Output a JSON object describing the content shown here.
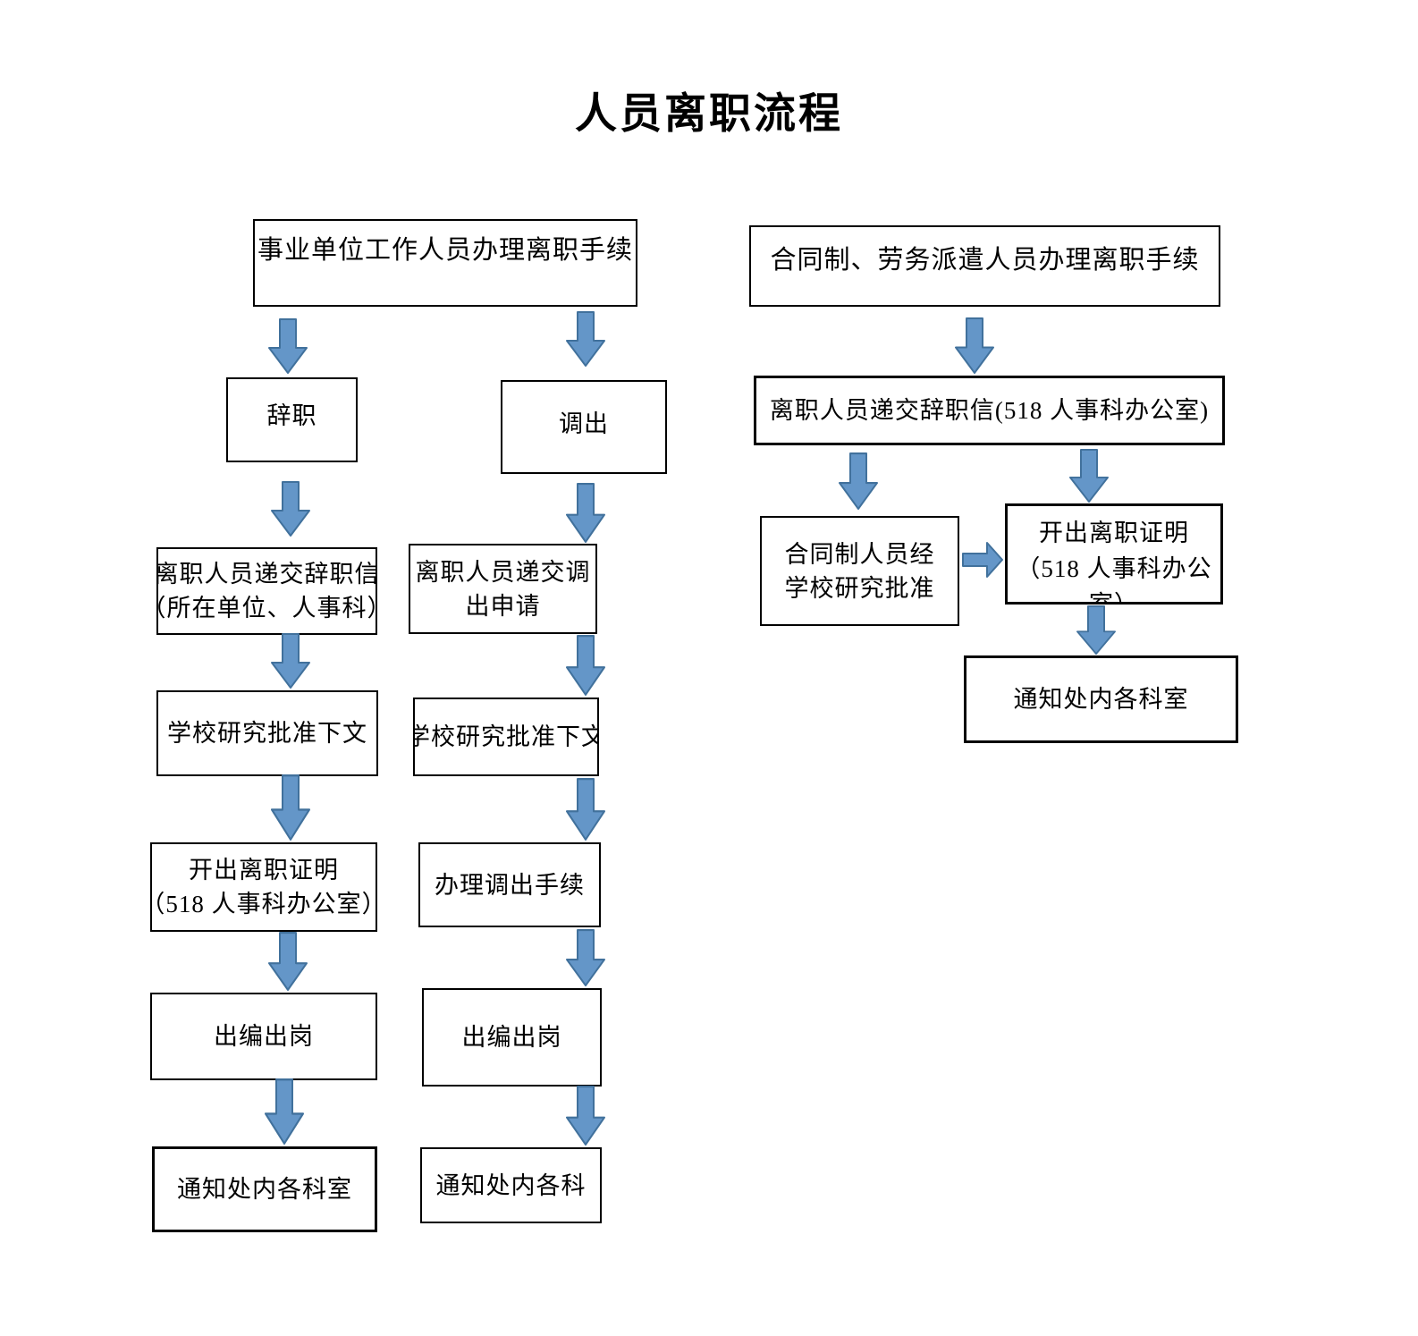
{
  "title": "人员离职流程",
  "colors": {
    "arrow_fill": "#6496C8",
    "arrow_stroke": "#41719C",
    "box_border": "#000000",
    "background": "#ffffff"
  },
  "columns": {
    "resignation": {
      "header": "事业单位工作人员办理离职手续",
      "nodes": [
        {
          "lines": [
            "辞职"
          ]
        },
        {
          "lines": [
            "离职人员递交辞职信",
            "（所在单位、人事科）"
          ]
        },
        {
          "lines": [
            "学校研究批准下文"
          ]
        },
        {
          "lines": [
            "开出离职证明",
            "（518 人事科办公室）"
          ]
        },
        {
          "lines": [
            "出编出岗"
          ]
        },
        {
          "lines": [
            "通知处内各科室"
          ]
        }
      ]
    },
    "transfer": {
      "nodes": [
        {
          "lines": [
            "调出"
          ]
        },
        {
          "lines": [
            "离职人员递交调",
            "出申请"
          ]
        },
        {
          "lines": [
            "学校研究批准下文"
          ]
        },
        {
          "lines": [
            "办理调出手续"
          ]
        },
        {
          "lines": [
            "出编出岗"
          ]
        },
        {
          "lines": [
            "通知处内各科"
          ]
        }
      ]
    },
    "contract": {
      "header": "合同制、劳务派遣人员办理离职手续",
      "nodes": [
        {
          "lines": [
            "离职人员递交辞职信(518 人事科办公室)"
          ]
        },
        {
          "lines": [
            "合同制人员经",
            "学校研究批准"
          ]
        },
        {
          "lines": [
            "开出离职证明",
            "（518 人事科办公",
            "室）"
          ]
        },
        {
          "lines": [
            "通知处内各科室"
          ]
        }
      ]
    }
  }
}
